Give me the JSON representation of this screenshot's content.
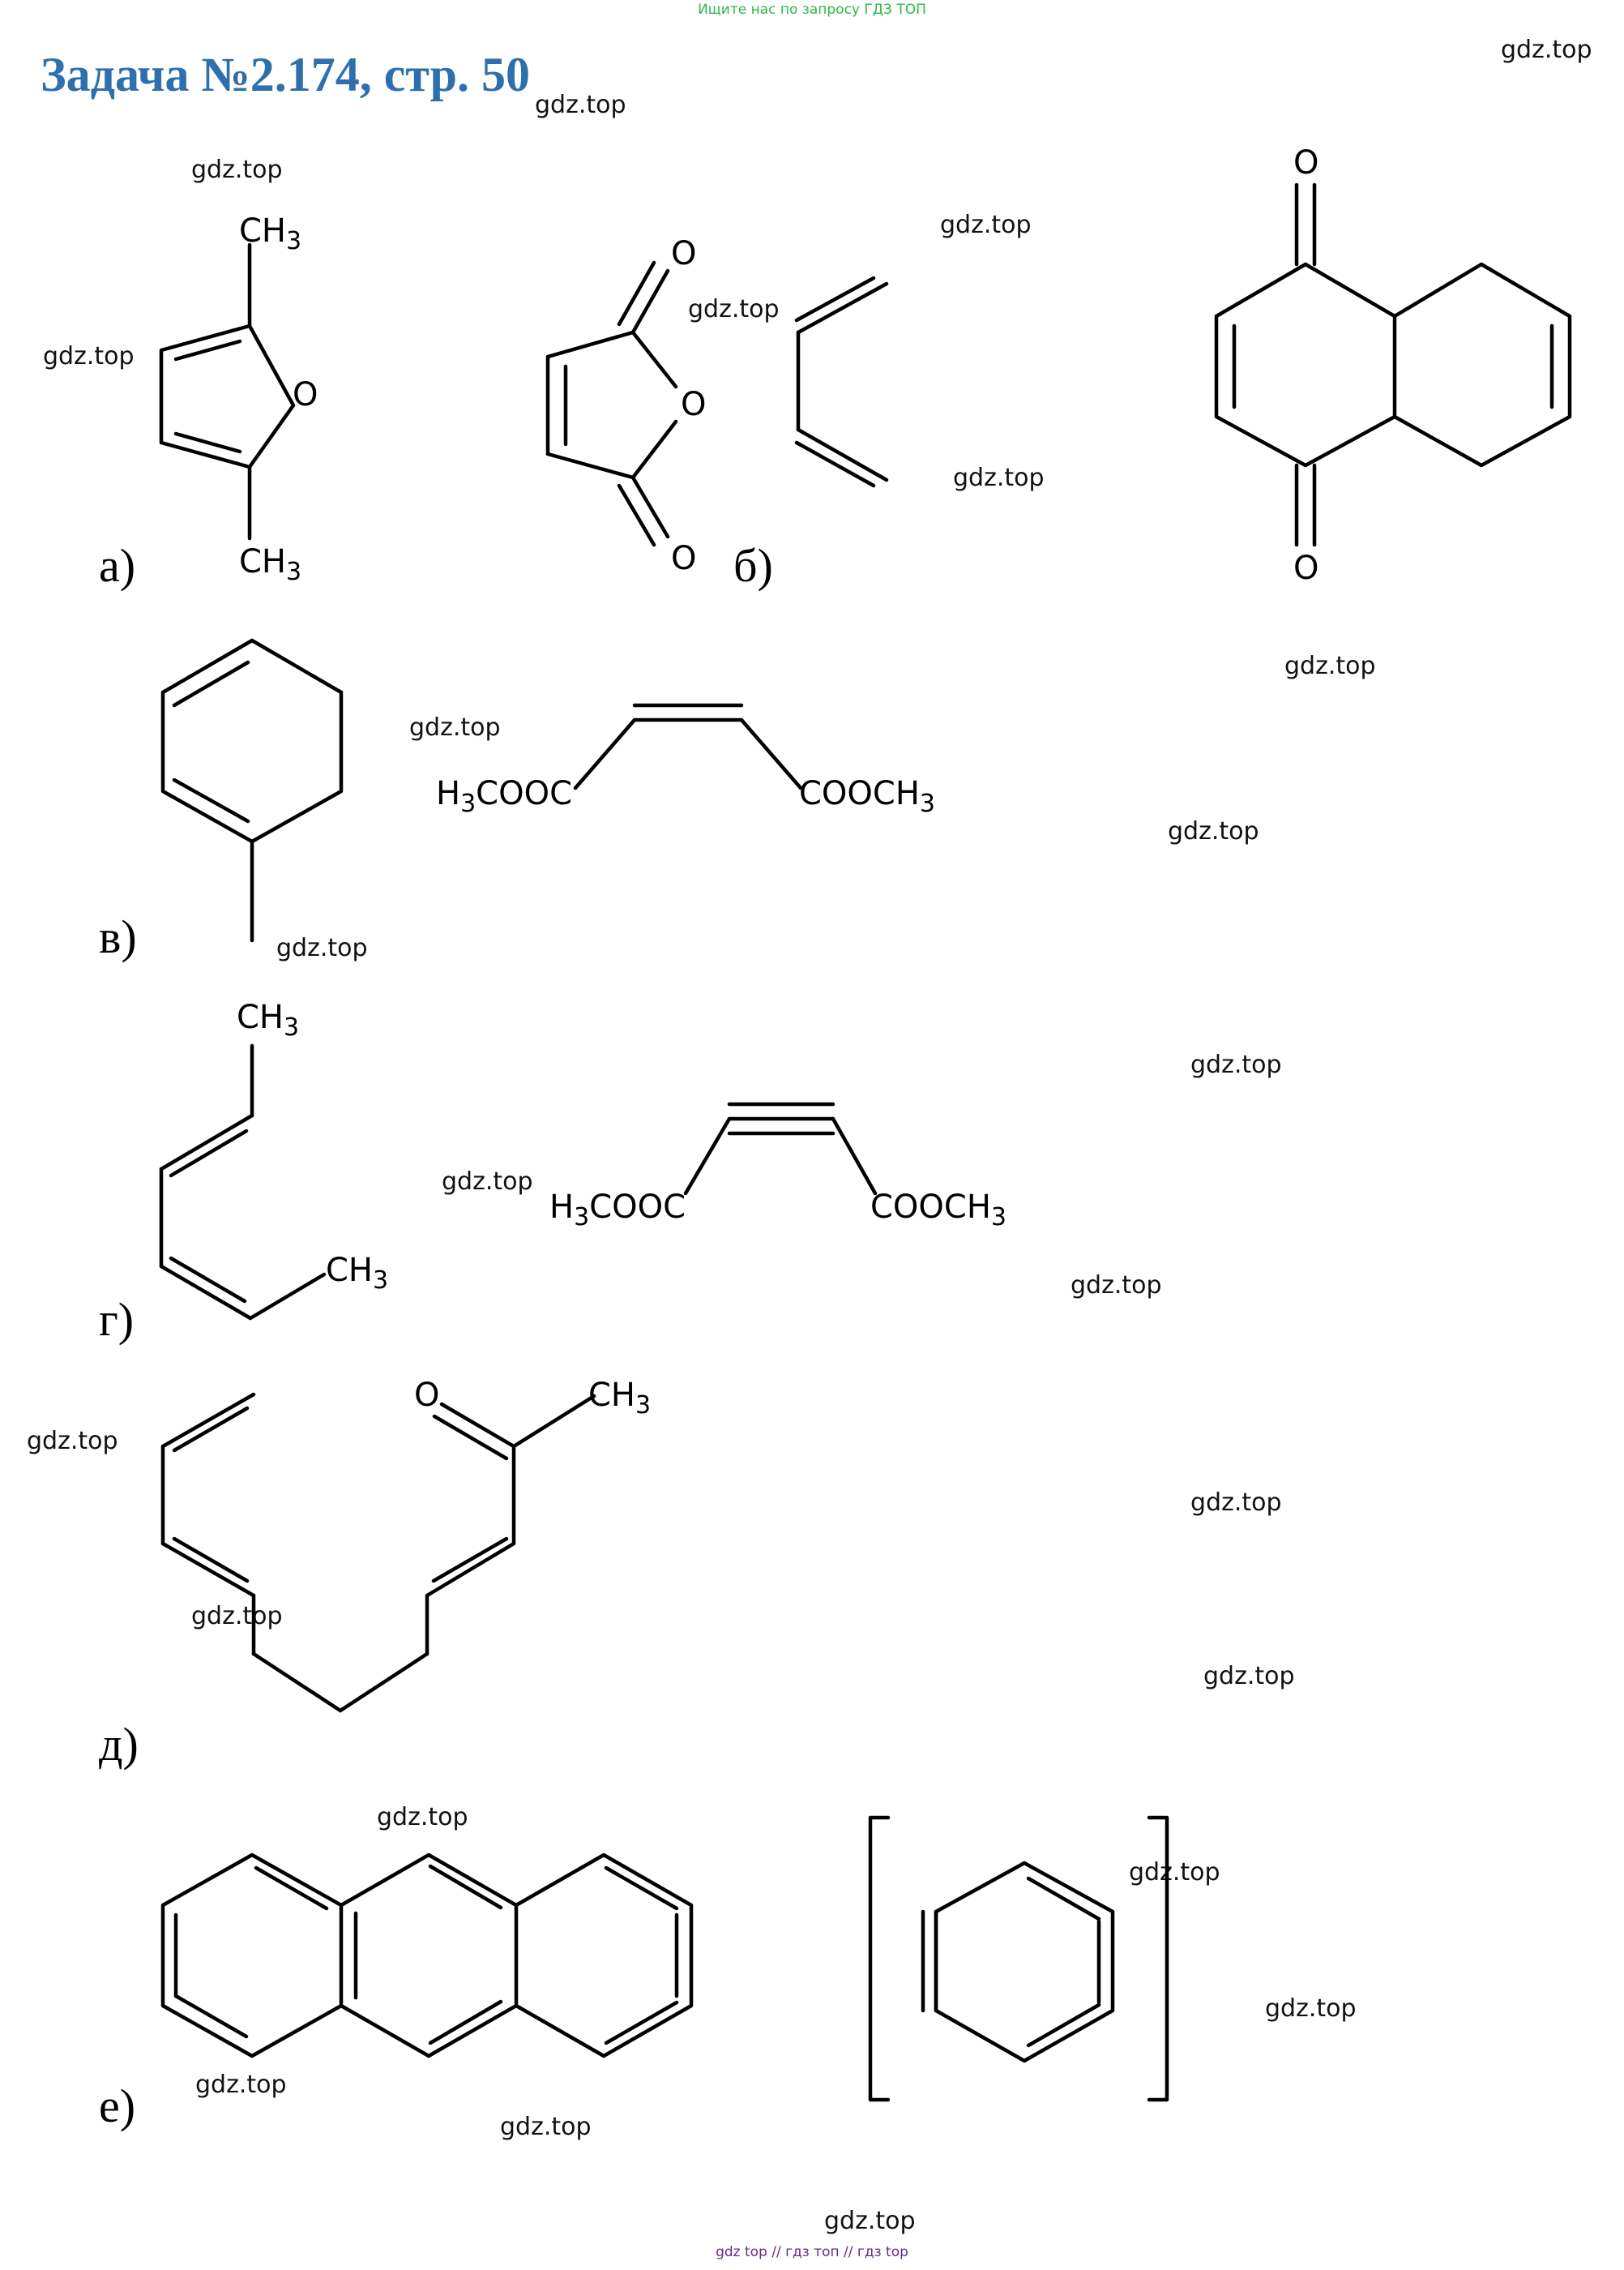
{
  "header": {
    "notice": "Ищите нас по запросу ГДЗ ТОП"
  },
  "title": "Задача №2.174, стр. 50",
  "footer": {
    "links": "gdz top  //  гдз топ  //  гдз top"
  },
  "watermark": "gdz.top",
  "labels": {
    "a": "а)",
    "b": "б)",
    "v": "в)",
    "g": "г)",
    "d": "д)",
    "e": "е)"
  },
  "atoms": {
    "O": "O",
    "CH": "CH",
    "three": "3",
    "H": "H",
    "COOC": "COOC",
    "COOCH": "COOCH"
  }
}
